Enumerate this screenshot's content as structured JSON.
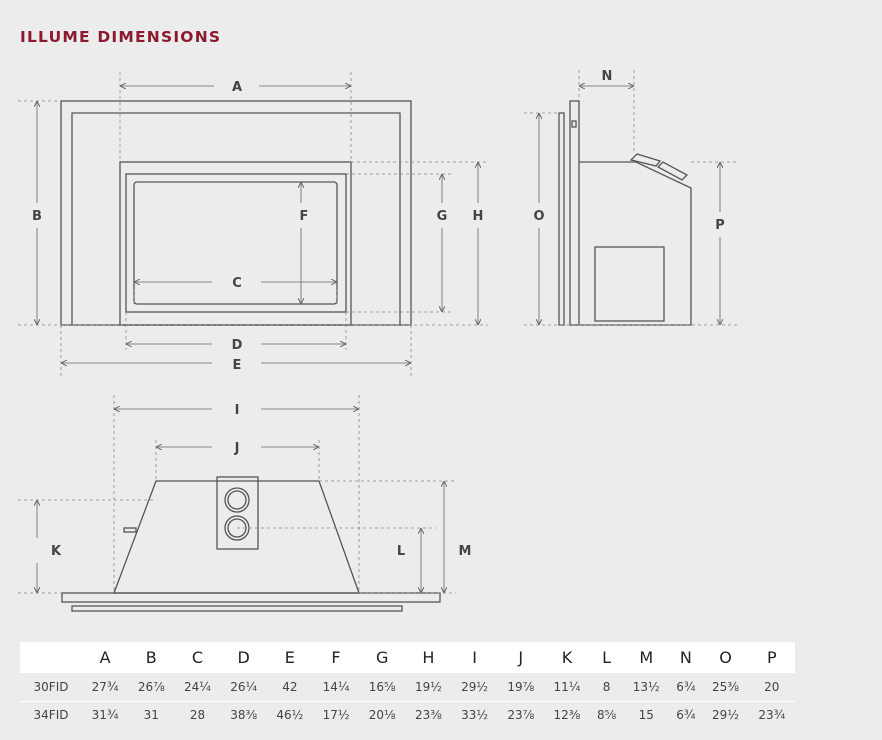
{
  "title": "ILLUME DIMENSIONS",
  "diagram_labels": {
    "A": "A",
    "B": "B",
    "C": "C",
    "D": "D",
    "E": "E",
    "F": "F",
    "G": "G",
    "H": "H",
    "I": "I",
    "J": "J",
    "K": "K",
    "L": "L",
    "M": "M",
    "N": "N",
    "O": "O",
    "P": "P"
  },
  "table": {
    "corner": "",
    "columns": [
      "A",
      "B",
      "C",
      "D",
      "E",
      "F",
      "G",
      "H",
      "I",
      "J",
      "K",
      "L",
      "M",
      "N",
      "O",
      "P"
    ],
    "rows": [
      {
        "model": "30FID",
        "values": [
          "27¾",
          "26⅞",
          "24¼",
          "26¼",
          "42",
          "14¼",
          "16⅝",
          "19½",
          "29½",
          "19⅞",
          "11¼",
          "8",
          "13½",
          "6¾",
          "25⅜",
          "20"
        ]
      },
      {
        "model": "34FID",
        "values": [
          "31¾",
          "31",
          "28",
          "38⅜",
          "46½",
          "17½",
          "20⅛",
          "23⅜",
          "33½",
          "23⅞",
          "12⅜",
          "8⅝",
          "15",
          "6¾",
          "29½",
          "23¾"
        ]
      }
    ]
  },
  "colors": {
    "title": "#8b1a2e",
    "line": "#555555",
    "background": "#ececec",
    "header_row": "#ffffff"
  }
}
